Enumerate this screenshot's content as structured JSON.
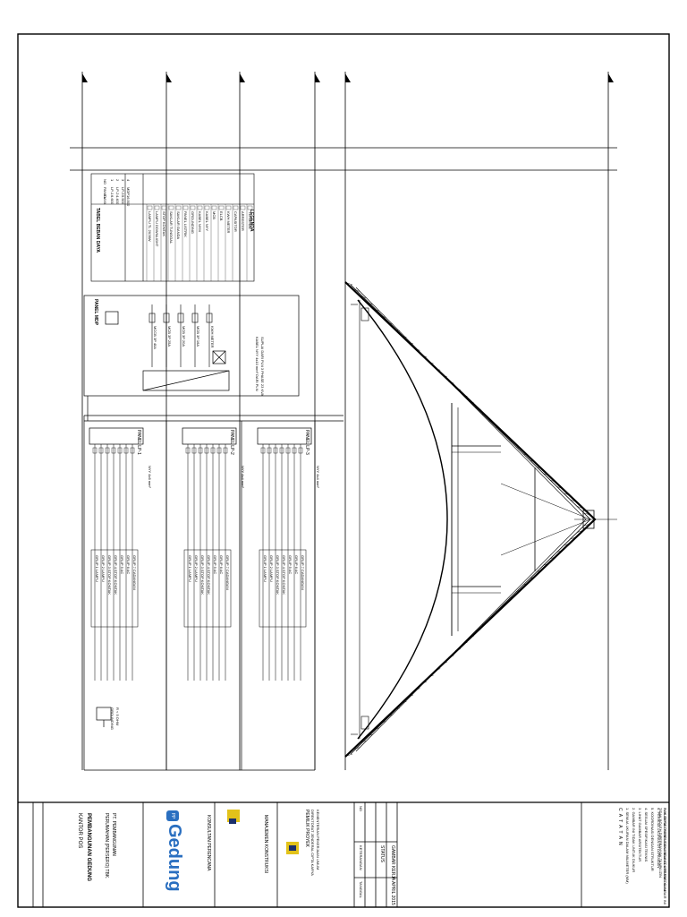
{
  "title_block": {
    "project_title": "PEMBANGUNAN GEDUNG",
    "project_name": "KANTOR POS",
    "contractor_line1": "PT. PEMBANGUNAN",
    "contractor_line2": "PERUMAHAN (PERSERO) TBK.",
    "logo_text": "Gedung",
    "logo_badge": "PP",
    "approved_by": "KONSULTAN PERENCANA",
    "reviewer": "MANAJEMEN KONSTRUKSI",
    "agency_line1": "KEMENTERIAN PEKERJAAN UMUM",
    "agency_line2": "DIREKTORAT JENDERAL CIPTA KARYA",
    "agency_title": "PEMILIK PROYEK",
    "rev_header_no": "NO",
    "rev_header_desc": "KETERANGAN",
    "rev_header_date": "TANGGAL",
    "status_label": "STATUS",
    "status_value": "GAMBAR KERJA",
    "date_value": "APRIL 2015",
    "notes_title": "C A T A T A N",
    "notes": [
      "1. SEMUA UKURAN DALAM MILIMETER (MM)",
      "2. GAMBAR INI TIDAK UNTUK DIUKUR",
      "3. LIHAT GAMBAR ARSITEKTUR",
      "4. SESUAI SPESIFIKASI TEKNIS",
      "5. KOORDINASI DENGAN STRUKTUR",
      "6. PERIKSA UKURAN DI LAPANGAN",
      "7. HUBUNGI PERENCANA BILA ADA PERBEDAAN"
    ],
    "disclaimer": "HAK CIPTA DILINDUNGI UNDANG-UNDANG. GAMBAR INI TIDAK BOLEH DIPERBANYAK TANPA IZIN"
  },
  "diagram": {
    "legend_title": "LEGENDA",
    "legend_items": [
      "LAMPU TL 2X36W",
      "LAMPU DOWNLIGHT",
      "STOP KONTAK",
      "SAKLAR TUNGGAL",
      "SAKLAR GANDA",
      "PANEL LISTRIK",
      "GROUNDING",
      "KABEL NYM",
      "KABEL NYY",
      "MCB",
      "ELCB",
      "KWH METER",
      "CAPASITOR",
      "ARRESTER",
      "TERMINAL"
    ],
    "table_title": "TABEL BEBAN DAYA",
    "table_headers": [
      "NO",
      "PANEL",
      "DAYA"
    ],
    "table_rows": [
      [
        "1",
        "LP-1",
        "6.600"
      ],
      [
        "2",
        "LP-2",
        "4.400"
      ],
      [
        "3",
        "LP-3",
        "5.500"
      ],
      [
        "4",
        "MDP",
        "16.500"
      ]
    ],
    "main_panel_label": "PANEL MDP",
    "main_panel_note": "SUPLAI DARI PLN 3 PHASE 23 KVA",
    "main_panel_items": [
      "MCCB 3P 40A",
      "MCB 3P 25A",
      "MCB 3P 20A",
      "MCB 3P 16A",
      "KWH METER"
    ],
    "incoming_note": "KABEL NYY 4x10 mm² DARI PLN",
    "panels": [
      {
        "label": "PANEL LP-1",
        "feeder": "NYY 4x6 mm²",
        "circuits": [
          "GRUP 1 LAMPU",
          "GRUP 2 LAMPU",
          "GRUP 3 STOP KONTAK",
          "GRUP 4 STOP KONTAK",
          "GRUP 5 AC",
          "GRUP 6 AC",
          "GRUP 7 CADANGAN"
        ]
      },
      {
        "label": "PANEL LP-2",
        "feeder": "NYY 4x4 mm²",
        "circuits": [
          "GRUP 1 LAMPU",
          "GRUP 2 LAMPU",
          "GRUP 3 STOP KONTAK",
          "GRUP 4 STOP KONTAK",
          "GRUP 5 AC",
          "GRUP 6 AC",
          "GRUP 7 CADANGAN"
        ]
      },
      {
        "label": "PANEL LP-3",
        "feeder": "NYY 4x4 mm²",
        "circuits": [
          "GRUP 1 LAMPU",
          "GRUP 2 LAMPU",
          "GRUP 3 STOP KONTAK",
          "GRUP 4 STOP KONTAK",
          "GRUP 5 AC",
          "GRUP 6 AC",
          "GRUP 7 CADANGAN"
        ]
      }
    ],
    "ground_label": "GROUNDING",
    "ground_note": "R < 5 OHM"
  }
}
